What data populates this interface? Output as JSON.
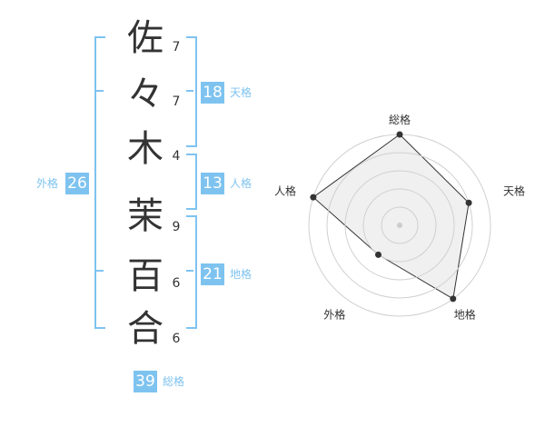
{
  "name": {
    "chars": [
      {
        "char": "佐",
        "strokes": "7"
      },
      {
        "char": "々",
        "strokes": "7"
      },
      {
        "char": "木",
        "strokes": "4"
      },
      {
        "char": "茉",
        "strokes": "9"
      },
      {
        "char": "百",
        "strokes": "6"
      },
      {
        "char": "合",
        "strokes": "6"
      }
    ]
  },
  "kaku": {
    "tenkaku": {
      "label": "天格",
      "value": "18"
    },
    "jinkaku": {
      "label": "人格",
      "value": "13"
    },
    "chikaku": {
      "label": "地格",
      "value": "21"
    },
    "gaikaku": {
      "label": "外格",
      "value": "26"
    },
    "soukaku": {
      "label": "総格",
      "value": "39"
    }
  },
  "chart_data": {
    "type": "radar",
    "axes": [
      "総格",
      "天格",
      "地格",
      "外格",
      "人格"
    ],
    "values": [
      5,
      4,
      5,
      2,
      5
    ],
    "range": [
      0,
      5
    ],
    "grid": true,
    "colors": {
      "accent": "#7ec3f0",
      "fill": "#ebebeb",
      "line": "#333333",
      "grid": "#d0d0d0"
    }
  }
}
